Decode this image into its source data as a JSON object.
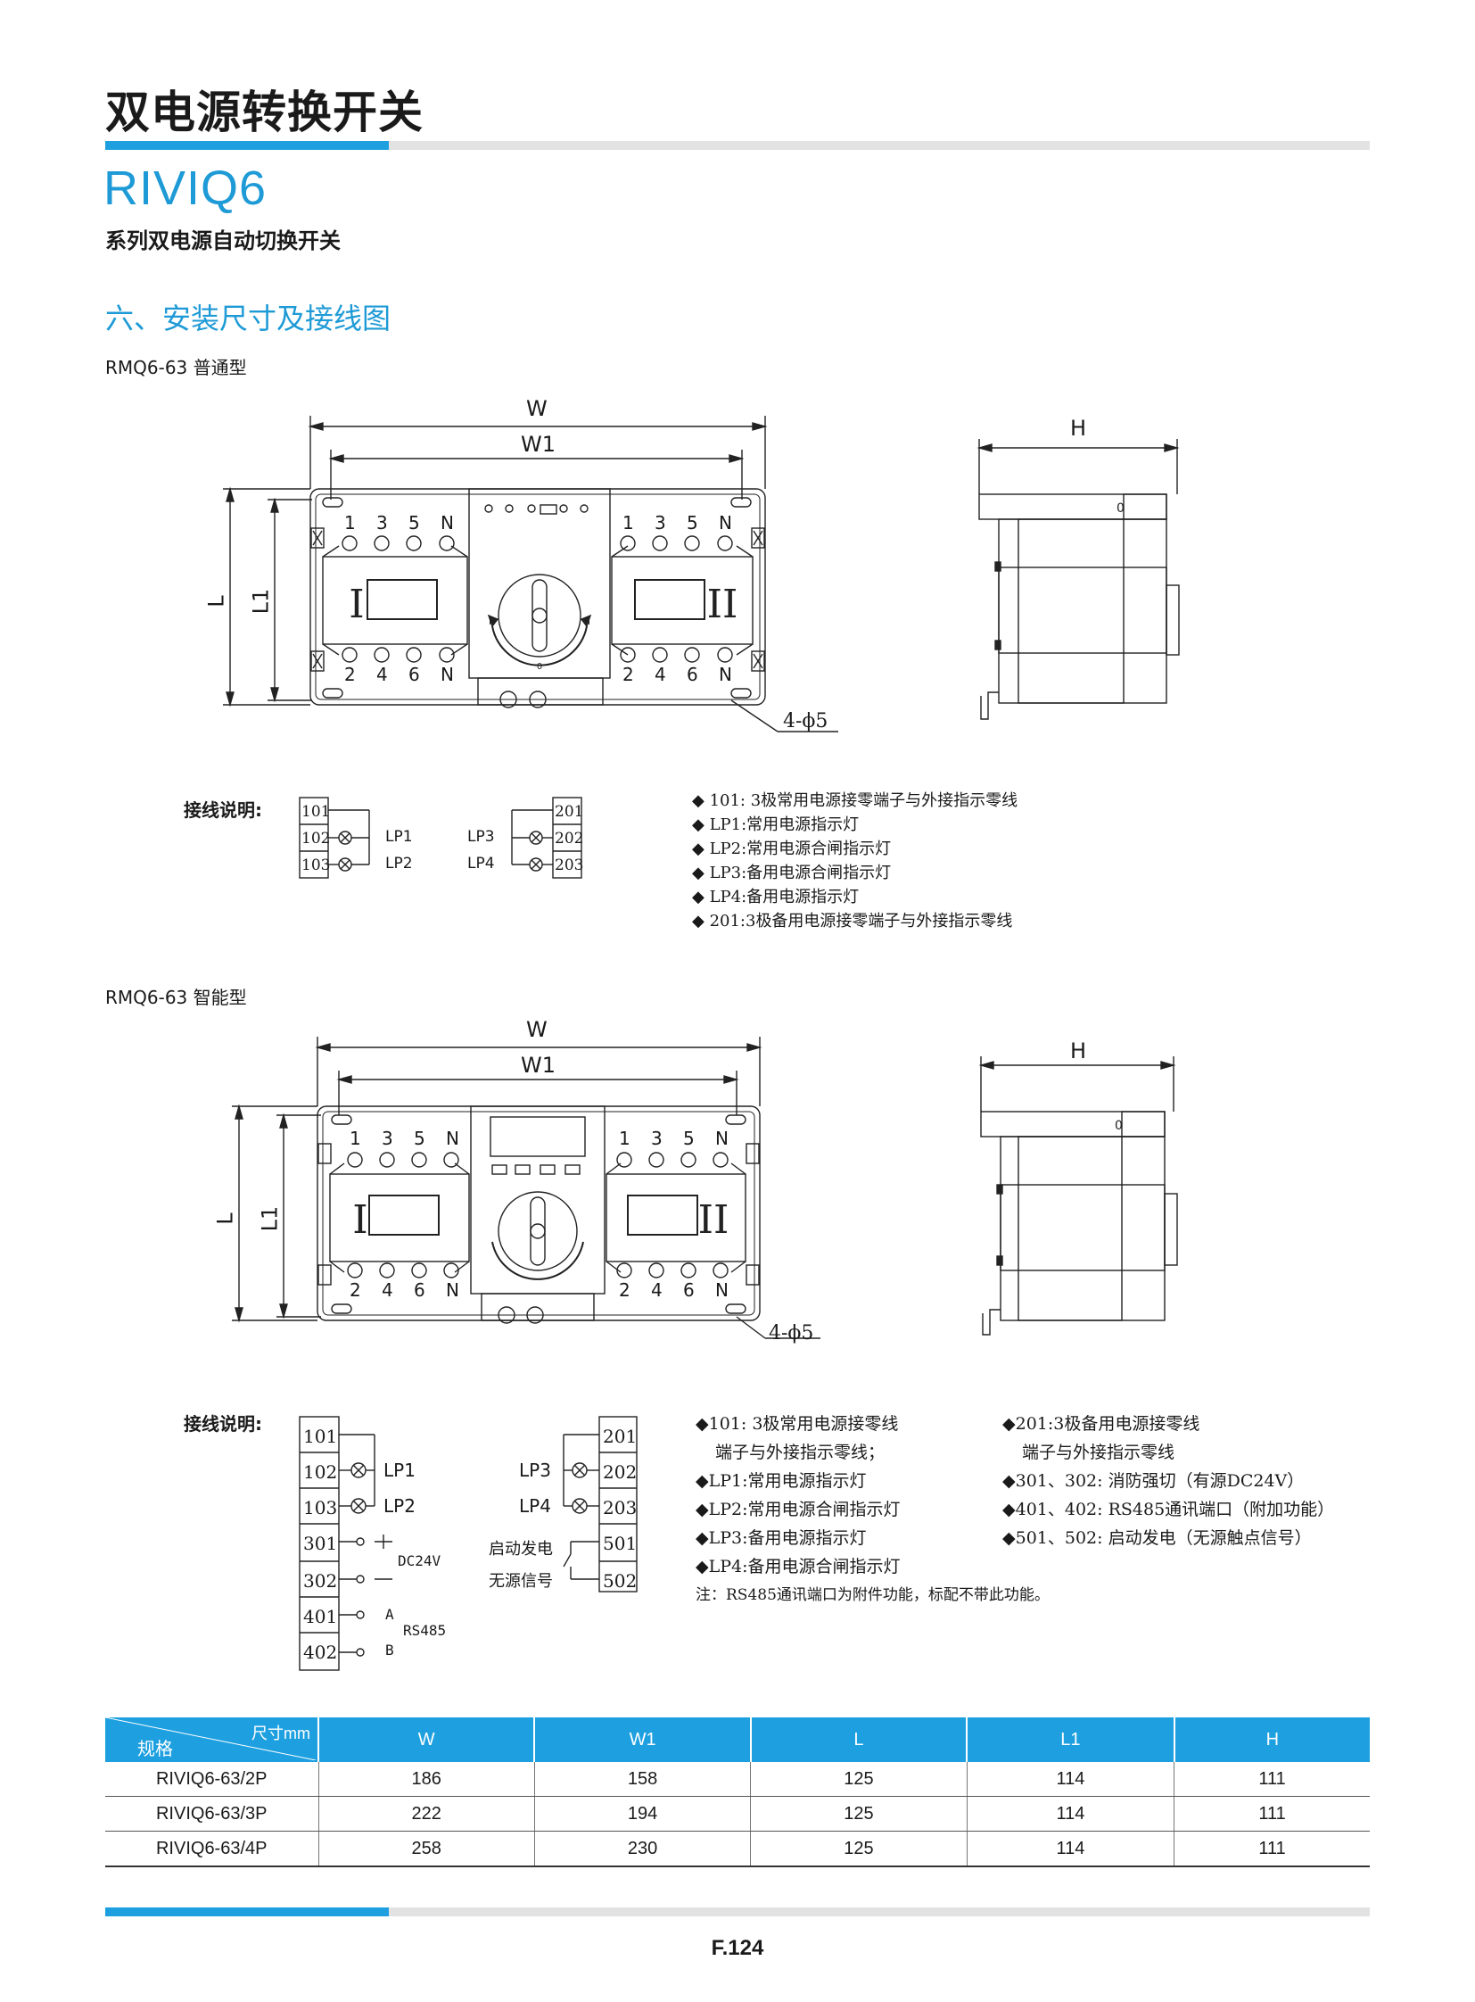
{
  "header": {
    "title": "双电源转换开关",
    "model": "RIVIQ6",
    "subtitle": "系列双电源自动切换开关",
    "section": "六、安装尺寸及接线图"
  },
  "standard": {
    "label": "RMQ6-63 普通型",
    "dims": {
      "W": "W",
      "W1": "W1",
      "L": "L",
      "L1": "L1",
      "H": "H",
      "holes": "4-ϕ5"
    },
    "terminals_top": [
      "1",
      "3",
      "5",
      "N"
    ],
    "terminals_bottom": [
      "2",
      "4",
      "6",
      "N"
    ],
    "roman_1": "I",
    "roman_2": "II",
    "wiring_label": "接线说明:",
    "left_terminals": [
      "101",
      "102",
      "103"
    ],
    "right_terminals": [
      "201",
      "202",
      "203"
    ],
    "lamps": [
      "LP1",
      "LP2",
      "LP3",
      "LP4"
    ],
    "notes": [
      "◆ 101: 3极常用电源接零端子与外接指示零线",
      "◆ LP1:常用电源指示灯",
      "◆ LP2:常用电源合闸指示灯",
      "◆ LP3:备用电源合闸指示灯",
      "◆ LP4:备用电源指示灯",
      "◆ 201:3极备用电源接零端子与外接指示零线"
    ]
  },
  "smart": {
    "label": "RMQ6-63 智能型",
    "dims": {
      "W": "W",
      "W1": "W1",
      "L": "L",
      "L1": "L1",
      "H": "H",
      "holes": "4-ϕ5"
    },
    "wiring_label": "接线说明:",
    "left_terminals": [
      "101",
      "102",
      "103",
      "301",
      "302",
      "401",
      "402"
    ],
    "right_terminals": [
      "201",
      "202",
      "203",
      "501",
      "502"
    ],
    "lamps": [
      "LP1",
      "LP2",
      "LP3",
      "LP4"
    ],
    "dc_label": "DC24V",
    "rs_label": "RS485",
    "a_label": "A",
    "b_label": "B",
    "gen_label_1": "启动发电",
    "gen_label_2": "无源信号",
    "notes_left": [
      "◆101: 3极常用电源接零线",
      "端子与外接指示零线；",
      "◆LP1:常用电源指示灯",
      "◆LP2:常用电源合闸指示灯",
      "◆LP3:备用电源指示灯",
      "◆LP4:备用电源合闸指示灯"
    ],
    "notes_right": [
      "◆201:3极备用电源接零线",
      "端子与外接指示零线",
      "◆301、302: 消防强切（有源DC24V）",
      "◆401、402: RS485通讯端口（附加功能）",
      "◆501、502: 启动发电（无源触点信号）"
    ],
    "footnote": "注：RS485通讯端口为附件功能，标配不带此功能。"
  },
  "table": {
    "header_top": "尺寸mm",
    "header_bottom": "规格",
    "columns": [
      "W",
      "W1",
      "L",
      "L1",
      "H"
    ],
    "rows": [
      {
        "spec": "RIVIQ6-63/2P",
        "values": [
          "186",
          "158",
          "125",
          "114",
          "111"
        ]
      },
      {
        "spec": "RIVIQ6-63/3P",
        "values": [
          "222",
          "194",
          "125",
          "114",
          "111"
        ]
      },
      {
        "spec": "RIVIQ6-63/4P",
        "values": [
          "258",
          "230",
          "125",
          "114",
          "111"
        ]
      }
    ]
  },
  "footer": {
    "page": "F.124"
  },
  "colors": {
    "accent": "#1ea0e0",
    "rule": "#e2e2e2"
  }
}
